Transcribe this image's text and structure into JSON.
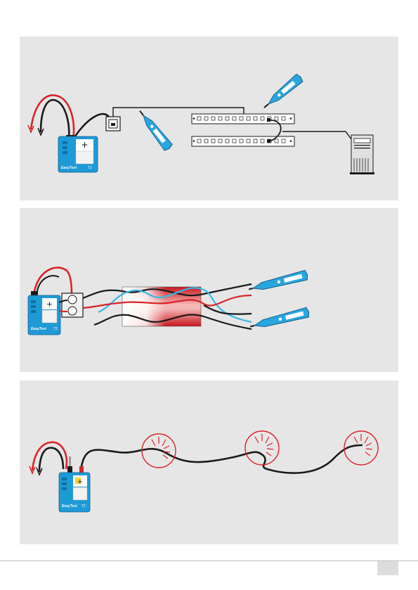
{
  "device": {
    "brand_label": "EasyTest",
    "model_label": "T2"
  },
  "panels": [
    {
      "name": "patch-panel-tracing"
    },
    {
      "name": "bundle-identification"
    },
    {
      "name": "break-location"
    }
  ],
  "page_number": "",
  "colors": {
    "panel_bg": "#e6e6e6",
    "device_blue": "#1e9ad6",
    "probe_blue": "#2aa6df",
    "wire_black": "#1a1a1a",
    "wire_red": "#d9232a",
    "wire_cyan": "#3ab5e6",
    "signal_red": "#d9232a",
    "bundle_red": "#c8171d"
  }
}
